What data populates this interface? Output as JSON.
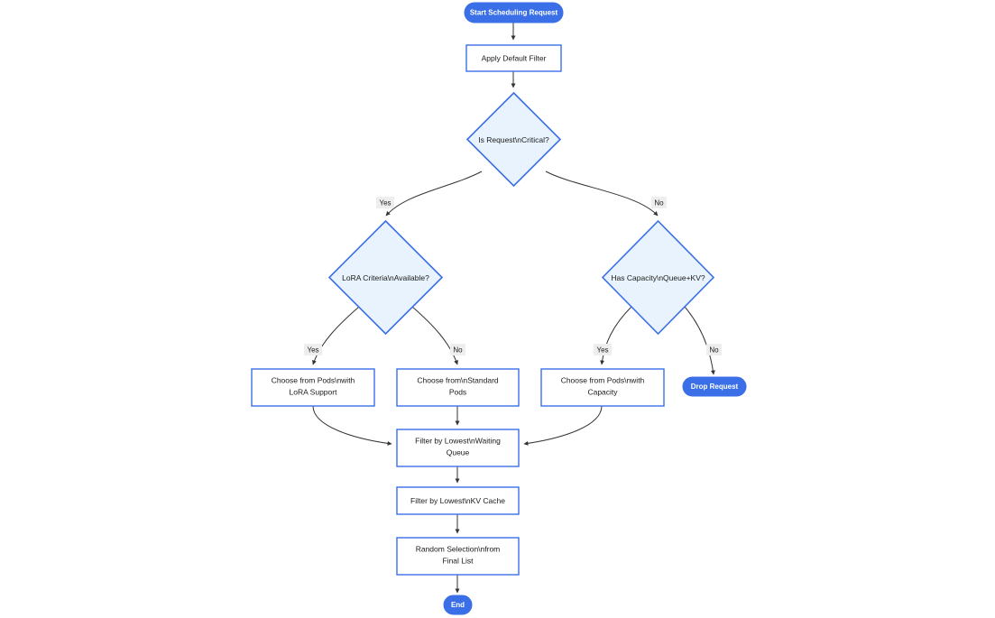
{
  "diagram": {
    "type": "flowchart",
    "title": "Start Scheduling Request",
    "orientation": "top-down",
    "colors": {
      "accent": "#3a6fe8",
      "terminal_fill": "#3a6fe8",
      "terminal_text": "#ffffff",
      "decision_fill": "#e8f3fd",
      "process_fill": "#ffffff",
      "border": "#3a6fe8",
      "edge": "#333333",
      "edge_label_bg": "#eeeeee",
      "text": "#1a1a1a"
    },
    "nodes": [
      {
        "id": "start",
        "shape": "pill",
        "label": "Start Scheduling Request"
      },
      {
        "id": "default",
        "shape": "rect",
        "label": "Apply Default Filter"
      },
      {
        "id": "critical",
        "shape": "diamond",
        "label": "Is Request\\nCritical?"
      },
      {
        "id": "lora",
        "shape": "diamond",
        "label": "LoRA Criteria\\nAvailable?"
      },
      {
        "id": "capacity",
        "shape": "diamond",
        "label": "Has Capacity\\nQueue+KV?"
      },
      {
        "id": "pods_lora",
        "shape": "rect",
        "label_line1": "Choose from Pods\\nwith",
        "label_line2": "LoRA Support"
      },
      {
        "id": "pods_std",
        "shape": "rect",
        "label_line1": "Choose from\\nStandard",
        "label_line2": "Pods"
      },
      {
        "id": "pods_cap",
        "shape": "rect",
        "label_line1": "Choose from Pods\\nwith",
        "label_line2": "Capacity"
      },
      {
        "id": "drop",
        "shape": "pill",
        "label": "Drop Request"
      },
      {
        "id": "filter_queue",
        "shape": "rect",
        "label_line1": "Filter by Lowest\\nWaiting",
        "label_line2": "Queue"
      },
      {
        "id": "filter_kv",
        "shape": "rect",
        "label": "Filter by Lowest\\nKV Cache"
      },
      {
        "id": "random",
        "shape": "rect",
        "label_line1": "Random Selection\\nfrom",
        "label_line2": "Final List"
      },
      {
        "id": "end",
        "shape": "pill",
        "label": "End"
      }
    ],
    "edge_labels": {
      "critical_yes": "Yes",
      "critical_no": "No",
      "lora_yes": "Yes",
      "lora_no": "No",
      "capacity_yes": "Yes",
      "capacity_no": "No"
    },
    "edges": [
      {
        "from": "start",
        "to": "default",
        "label": ""
      },
      {
        "from": "default",
        "to": "critical",
        "label": ""
      },
      {
        "from": "critical",
        "to": "lora",
        "label": "Yes"
      },
      {
        "from": "critical",
        "to": "capacity",
        "label": "No"
      },
      {
        "from": "lora",
        "to": "pods_lora",
        "label": "Yes"
      },
      {
        "from": "lora",
        "to": "pods_std",
        "label": "No"
      },
      {
        "from": "capacity",
        "to": "pods_cap",
        "label": "Yes"
      },
      {
        "from": "capacity",
        "to": "drop",
        "label": "No"
      },
      {
        "from": "pods_lora",
        "to": "filter_queue",
        "label": ""
      },
      {
        "from": "pods_std",
        "to": "filter_queue",
        "label": ""
      },
      {
        "from": "pods_cap",
        "to": "filter_queue",
        "label": ""
      },
      {
        "from": "filter_queue",
        "to": "filter_kv",
        "label": ""
      },
      {
        "from": "filter_kv",
        "to": "random",
        "label": ""
      },
      {
        "from": "random",
        "to": "end",
        "label": ""
      }
    ]
  }
}
